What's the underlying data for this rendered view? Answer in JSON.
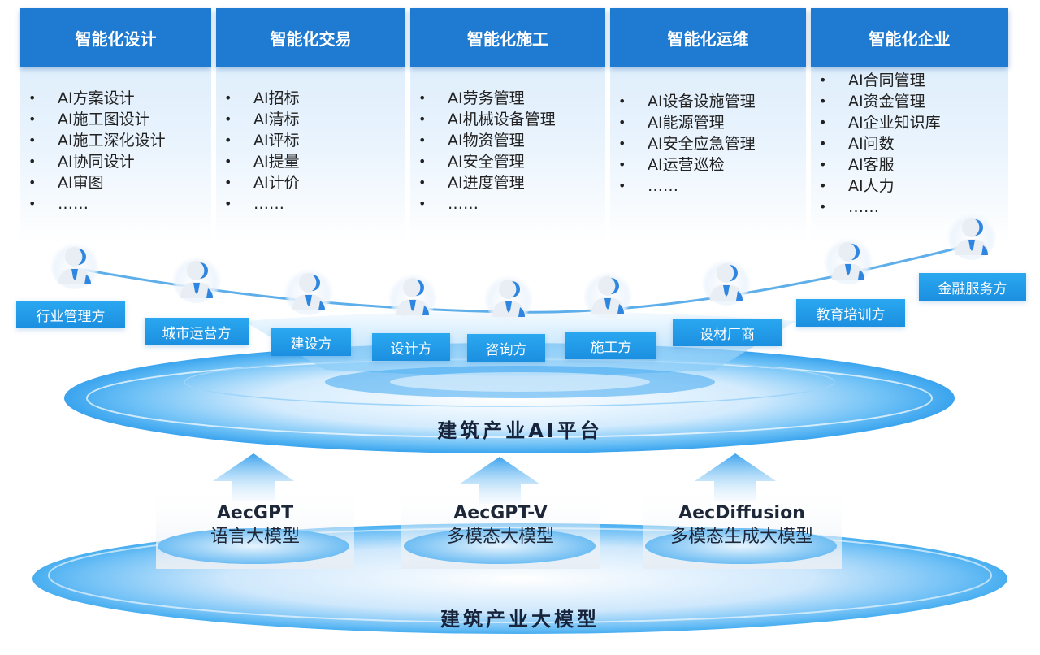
{
  "columns": [
    {
      "title": "智能化设计",
      "items": [
        "AI方案设计",
        "AI施工图设计",
        "AI施工深化设计",
        "AI协同设计",
        "AI审图",
        "……"
      ]
    },
    {
      "title": "智能化交易",
      "items": [
        "AI招标",
        "AI清标",
        "AI评标",
        "AI提量",
        "AI计价",
        "……"
      ]
    },
    {
      "title": "智能化施工",
      "items": [
        "AI劳务管理",
        "AI机械设备管理",
        "AI物资管理",
        "AI安全管理",
        "AI进度管理",
        "……"
      ]
    },
    {
      "title": "智能化运维",
      "items": [
        "AI设备设施管理",
        "AI能源管理",
        "AI安全应急管理",
        "AI运营巡检",
        "……"
      ]
    },
    {
      "title": "智能化企业",
      "items": [
        "AI合同管理",
        "AI资金管理",
        "AI企业知识库",
        "AI问数",
        "AI客服",
        "AI人力",
        "……"
      ]
    }
  ],
  "stakeholders": [
    "行业管理方",
    "城市运营方",
    "建设方",
    "设计方",
    "咨询方",
    "施工方",
    "设材厂商",
    "教育培训方",
    "金融服务方"
  ],
  "platform": {
    "title": "建筑产业AI平台"
  },
  "models": [
    {
      "name": "AecGPT",
      "subtitle": "语言大模型"
    },
    {
      "name": "AecGPT-V",
      "subtitle": "多模态大模型"
    },
    {
      "name": "AecDiffusion",
      "subtitle": "多模态生成大模型"
    }
  ],
  "foundation": {
    "title": "建筑产业大模型"
  },
  "colors": {
    "header": "#1f7bd1",
    "tag": "#1c8fe0",
    "platform_glow": "#3ea8f2"
  }
}
